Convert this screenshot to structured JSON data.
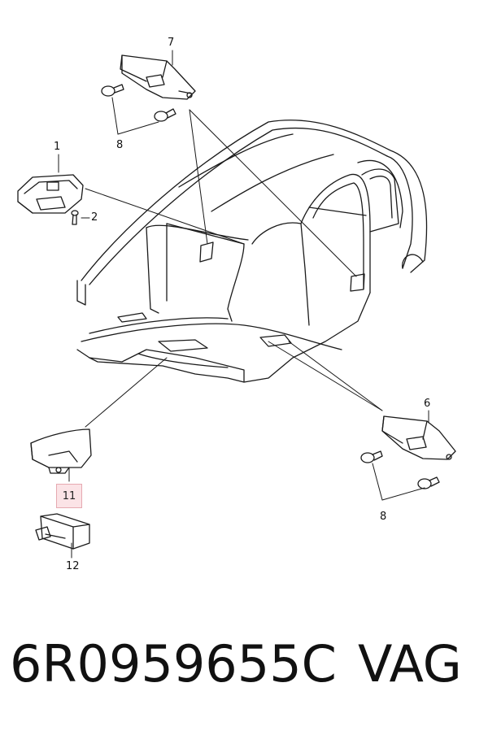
{
  "callouts": {
    "c1": "1",
    "c2": "2",
    "c6": "6",
    "c7": "7",
    "c8_top": "8",
    "c8_bottom": "8",
    "c11": "11",
    "c12": "12"
  },
  "footer": {
    "part_number": "6R0959655C",
    "brand": "VAG"
  },
  "colors": {
    "line": "#1a1a1a",
    "highlight_fill": "#fbe3e6",
    "highlight_border": "#e6a9b1"
  }
}
